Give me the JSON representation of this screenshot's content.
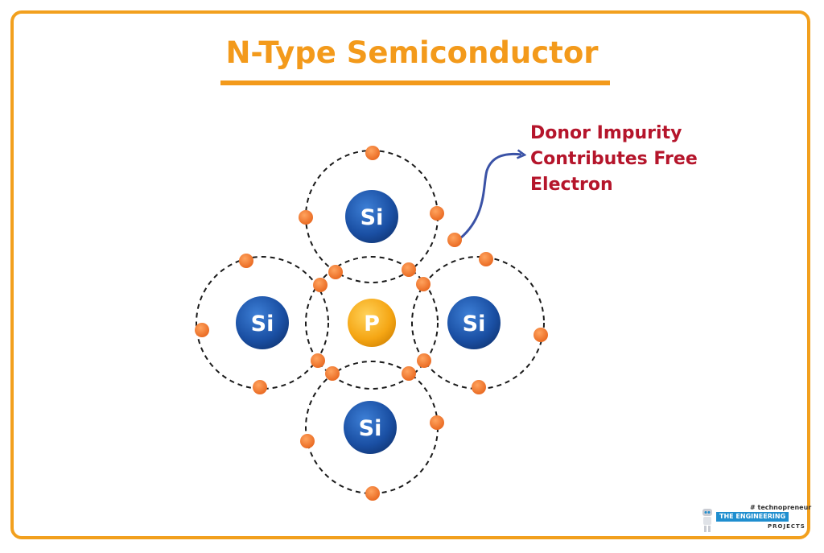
{
  "title": "N-Type Semiconductor",
  "annotation": {
    "lines": [
      "Donor Impurity",
      "Contributes Free",
      "Electron"
    ]
  },
  "atoms": {
    "top": "Si",
    "left": "Si",
    "center": "P",
    "right": "Si",
    "bottom": "Si"
  },
  "logo": {
    "tag": "# technopreneur",
    "name": "THE ENGINEERING",
    "sub": "PROJECTS"
  },
  "colors": {
    "frame": "#f2a01e",
    "title": "#f39a1b",
    "silicon": "#1a4fa3",
    "phosphorus": "#f5a614",
    "electron": "#f07a2a",
    "annotation": "#b5152b",
    "arrow": "#3a52a6"
  }
}
